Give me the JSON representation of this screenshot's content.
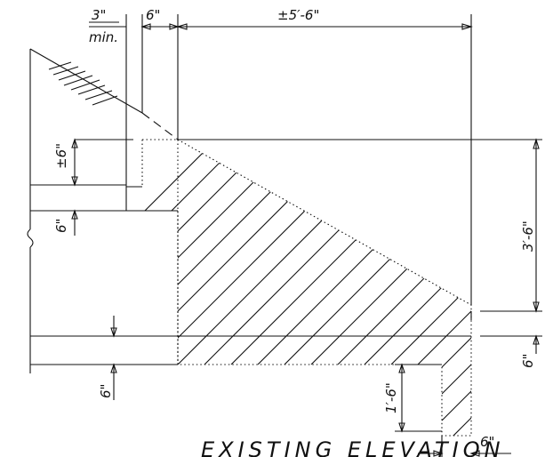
{
  "dimensions": {
    "gap_top": "3\"",
    "gap_top_note": "min.",
    "width_top": "6\"",
    "span_top": "±5′-6\"",
    "step_height_left": "±6\"",
    "slab_left": "6\"",
    "height_right": "3′-6\"",
    "slab_right": "6\"",
    "slab_bottom_left": "6\"",
    "footing_depth": "1′-6\"",
    "footing_width_bottom": "6\""
  },
  "title": "EXISTING ELEVATION"
}
